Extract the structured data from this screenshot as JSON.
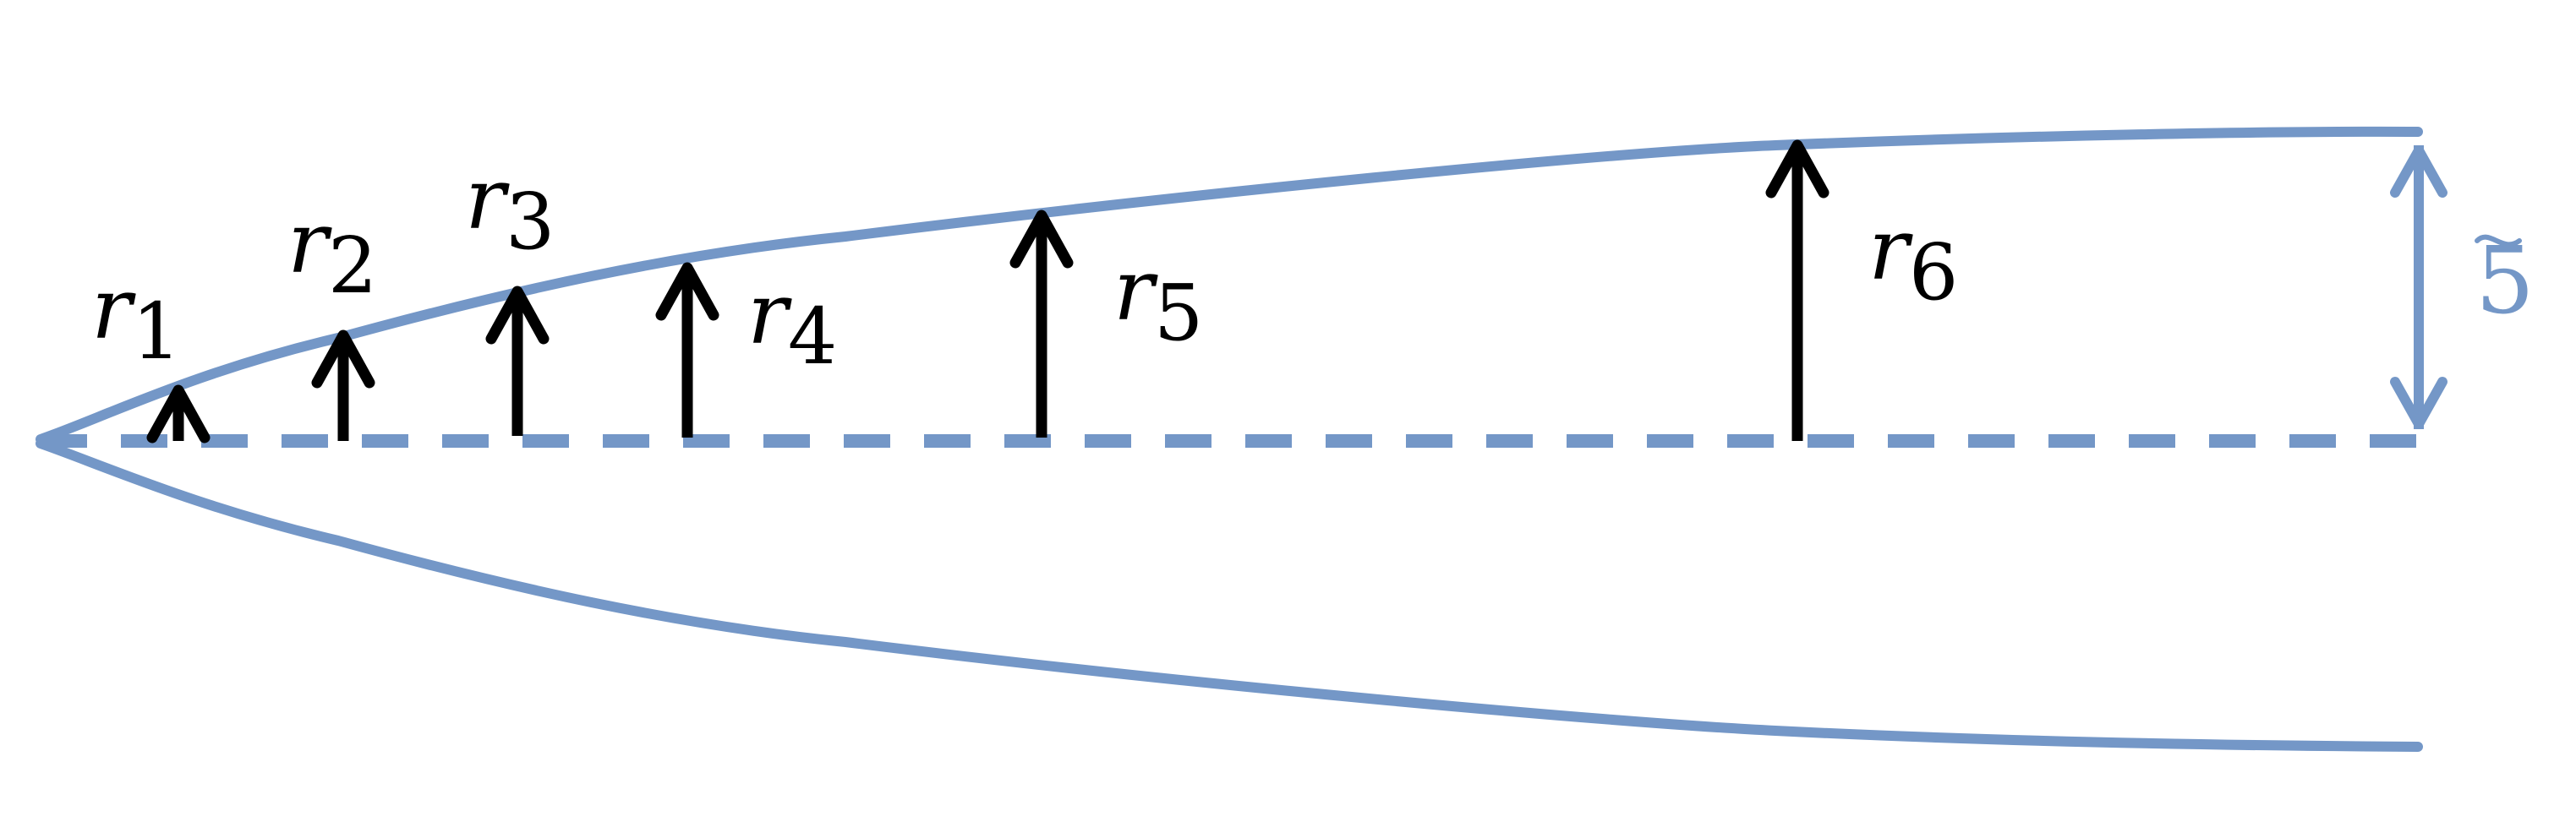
{
  "colors": {
    "curve": "#7497C7",
    "arrow": "#000000",
    "background": "#ffffff"
  },
  "radii": [
    {
      "var": "r",
      "sub": "1"
    },
    {
      "var": "r",
      "sub": "2"
    },
    {
      "var": "r",
      "sub": "3"
    },
    {
      "var": "r",
      "sub": "4"
    },
    {
      "var": "r",
      "sub": "5"
    },
    {
      "var": "r",
      "sub": "6"
    }
  ],
  "dimension": {
    "label": "5"
  }
}
